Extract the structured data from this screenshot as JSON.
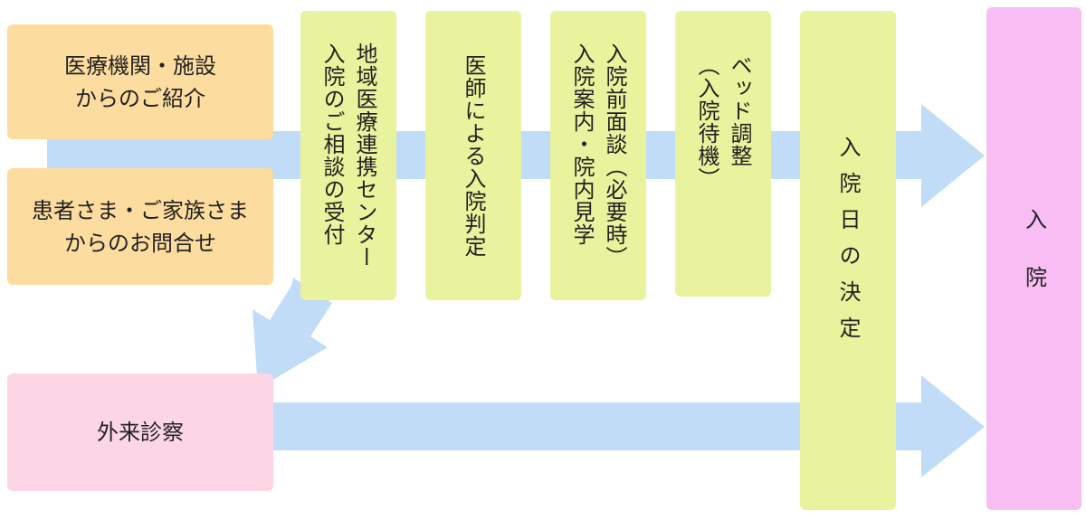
{
  "colors": {
    "arrow": "#c0dcf7",
    "source_box": "#fddc9f",
    "step_box": "#e9f29d",
    "outpatient_box": "#fdd6e6",
    "admission_box": "#f8bdf3"
  },
  "sources": {
    "medical_referral": "医療機関・施設\nからのご紹介",
    "patient_inquiry": "患者さま・ご家族さま\nからのお問合せ"
  },
  "steps": {
    "consultation": "地域医療連携センター\n入院のご相談の受付",
    "judgment": "医師による入院判定",
    "pre_interview": "入院前面談（必要時）\n入院案内・院内見学",
    "bed_adjustment": "ベッド調整\n（入院待機）",
    "decision": "入院日の決定"
  },
  "outpatient": "外来診察",
  "admission": "入院"
}
